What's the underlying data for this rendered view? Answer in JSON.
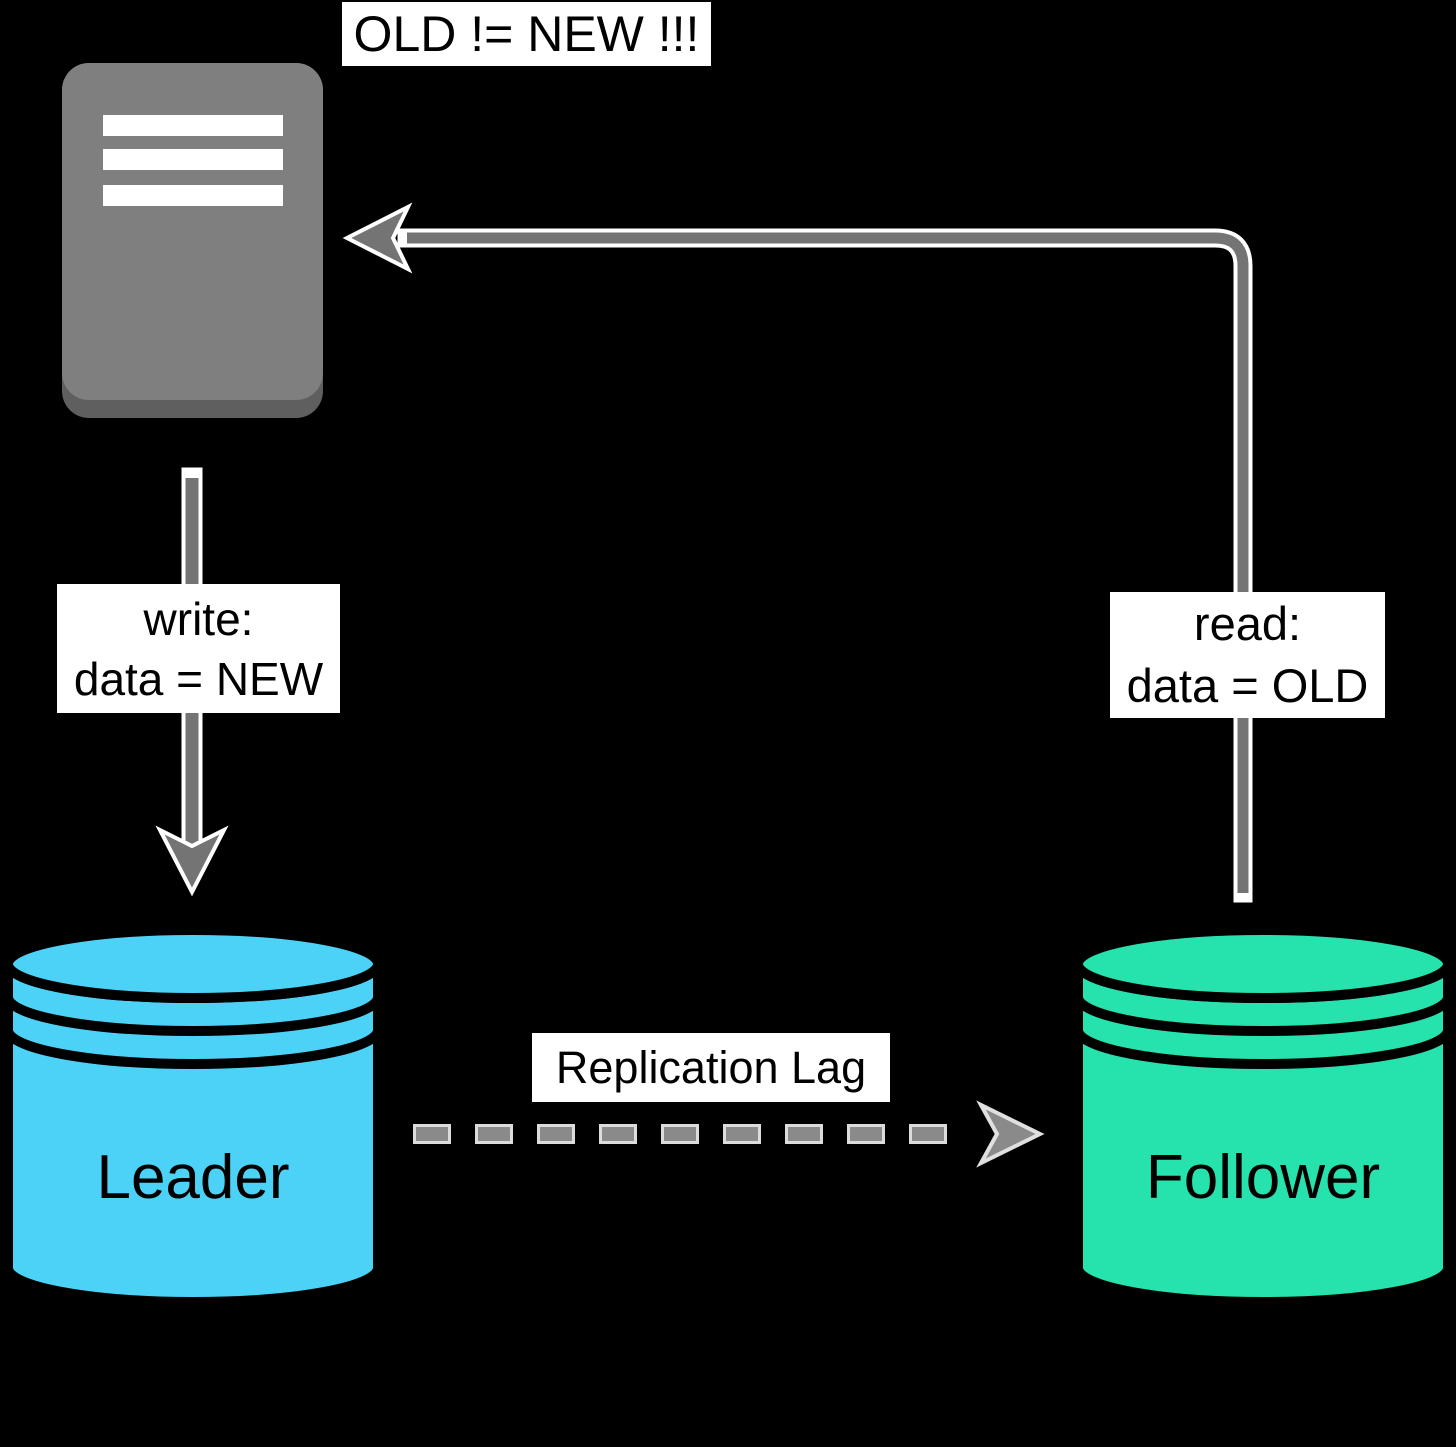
{
  "annotation": {
    "text": "OLD != NEW !!!"
  },
  "write_label": {
    "line1": "write:",
    "line2": "data = NEW"
  },
  "read_label": {
    "line1": "read:",
    "line2": "data = OLD"
  },
  "replication_label": {
    "text": "Replication Lag"
  },
  "leader": {
    "label": "Leader"
  },
  "follower": {
    "label": "Follower"
  },
  "colors": {
    "background": "#000000",
    "leader_fill": "#4dd2f7",
    "follower_fill": "#26e2ad",
    "cylinder_stroke": "#000000",
    "connector_gray": "#747474",
    "dash_gray": "#8a8a8a",
    "dash_casing": "#dcdcdc",
    "casing_white": "#ffffff",
    "server_gray": "#7f7f7f",
    "server_base_gray": "#5f5f5f",
    "server_bar_white": "#ffffff",
    "label_bg": "#ffffff",
    "label_text": "#000000"
  }
}
